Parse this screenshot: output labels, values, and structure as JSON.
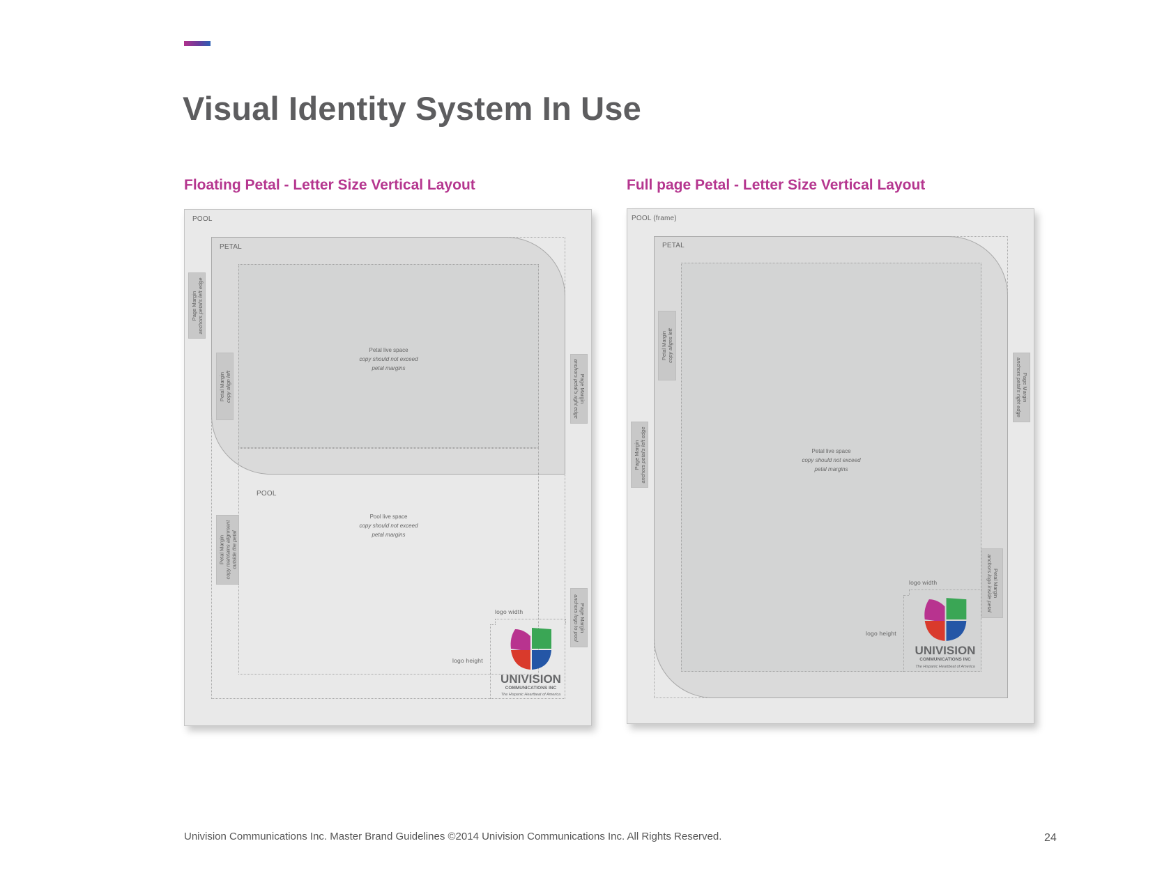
{
  "header": {
    "title": "Visual Identity System In Use",
    "accent_colors": [
      "#b0308c",
      "#2b5fb4"
    ]
  },
  "layouts": [
    {
      "title": "Floating Petal - Letter Size Vertical Layout",
      "pool_label": "POOL",
      "petal_label": "PETAL",
      "pool_inner_label": "POOL",
      "petal_live": {
        "line1": "Petal live space",
        "line2": "copy should not exceed",
        "line3": "petal margins"
      },
      "pool_live": {
        "line1": "Pool live space",
        "line2": "copy should not exceed",
        "line3": "petal margins"
      },
      "tabs": {
        "page_margin_left": {
          "line1": "Page Margin",
          "line2": "anchors petal's left edge"
        },
        "petal_margin_left": {
          "line1": "Petal Margin",
          "line2": "copy align left"
        },
        "petal_margin_outside": {
          "line1": "Petal Margin",
          "line2": "copy maintains alignment",
          "line3": "outside the petal"
        },
        "page_margin_right": {
          "line1": "Page Margin",
          "line2": "anchors petal's right edge"
        },
        "page_margin_logo": {
          "line1": "Page Margin",
          "line2": "anchors logo to pool"
        }
      },
      "logo_width_label": "logo width",
      "logo_height_label": "logo height"
    },
    {
      "title": "Full page Petal - Letter Size Vertical Layout",
      "pool_label": "POOL (frame)",
      "petal_label": "PETAL",
      "petal_live": {
        "line1": "Petal live space",
        "line2": "copy should not exceed",
        "line3": "petal margins"
      },
      "tabs": {
        "petal_margin_left": {
          "line1": "Petal Margin",
          "line2": "copy aligns left"
        },
        "page_margin_left": {
          "line1": "Page Margin",
          "line2": "anchors petal's left edge"
        },
        "page_margin_right": {
          "line1": "Page Margin",
          "line2": "anchors petal's right edge"
        },
        "petal_margin_logo": {
          "line1": "Petal Margin",
          "line2": "anchors logo inside petal"
        }
      },
      "logo_width_label": "logo width",
      "logo_height_label": "logo height"
    }
  ],
  "logo": {
    "wordmark": "UNIVISION",
    "subline": "COMMUNICATIONS INC",
    "tagline": "The Hispanic Heartbeat of America",
    "colors": {
      "magenta": "#b8338f",
      "green": "#3aa655",
      "red": "#d93a2c",
      "blue": "#2456a6"
    }
  },
  "footer": {
    "text": "Univision Communications Inc. Master Brand Guidelines   ©2014 Univision Communications Inc.  All Rights Reserved.",
    "page_number": "24"
  }
}
